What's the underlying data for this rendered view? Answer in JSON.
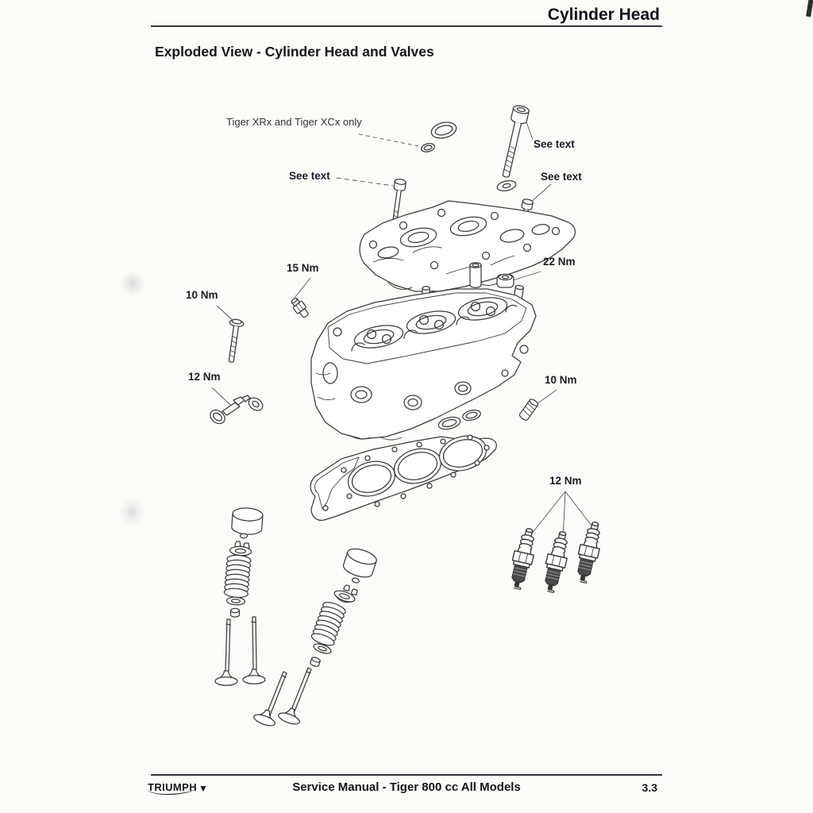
{
  "header": {
    "title": "Cylinder Head"
  },
  "section": {
    "title": "Exploded View - Cylinder Head and Valves"
  },
  "callouts": {
    "model_note": "Tiger XRx and Tiger XCx only",
    "see_text_top": "See text",
    "see_text_left": "See text",
    "see_text_right": "See text",
    "torque_15": "15 Nm",
    "torque_22": "22 Nm",
    "torque_10_left": "10 Nm",
    "torque_12_left": "12 Nm",
    "torque_10_right": "10 Nm",
    "torque_12_plugs": "12 Nm"
  },
  "footer": {
    "brand": "TRIUMPH",
    "badge_glyph": "▼",
    "title": "Service Manual - Tiger 800 cc All Models",
    "page_number": "3.3"
  },
  "colors": {
    "ink": "#14141b",
    "line": "#3a3a3a",
    "paper": "#fbfbf8"
  }
}
